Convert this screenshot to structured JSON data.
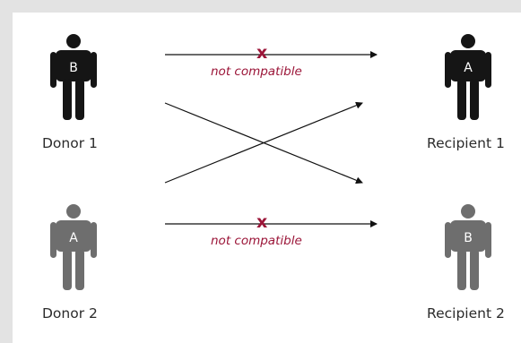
{
  "colors": {
    "matched": "#151515",
    "unmatched": "#6e6e6e",
    "incompatible": "#9b1538",
    "arrow": "#111111"
  },
  "donors": [
    {
      "label": "Donor 1",
      "blood_type": "B",
      "tone": "matched"
    },
    {
      "label": "Donor 2",
      "blood_type": "A",
      "tone": "unmatched"
    }
  ],
  "recipients": [
    {
      "label": "Recipient 1",
      "blood_type": "A",
      "tone": "matched"
    },
    {
      "label": "Recipient 2",
      "blood_type": "B",
      "tone": "unmatched"
    }
  ],
  "links": [
    {
      "from": "Donor 1",
      "to": "Recipient 1",
      "status": "not compatible",
      "mark": "x"
    },
    {
      "from": "Donor 2",
      "to": "Recipient 2",
      "status": "not compatible",
      "mark": "x"
    },
    {
      "from": "Donor 1",
      "to": "Recipient 2",
      "status": "",
      "mark": ""
    },
    {
      "from": "Donor 2",
      "to": "Recipient 1",
      "status": "",
      "mark": ""
    }
  ]
}
